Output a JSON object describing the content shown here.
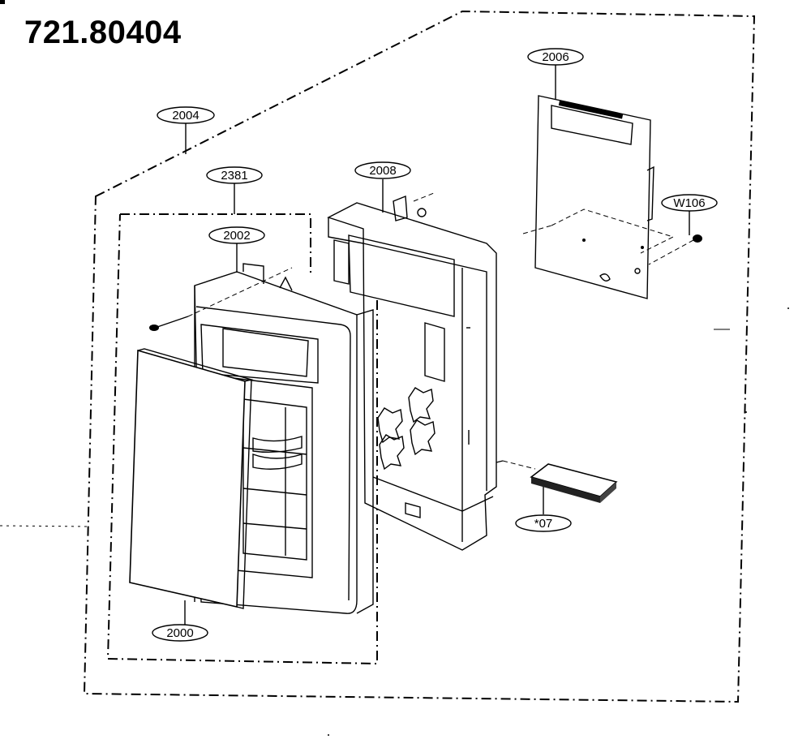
{
  "model_number": "721.80404",
  "parts": {
    "p2004": "2004",
    "p2381": "2381",
    "p2002": "2002",
    "p2008": "2008",
    "p2006": "2006",
    "pW106": "W106",
    "p2000": "2000",
    "p07": "*07"
  }
}
